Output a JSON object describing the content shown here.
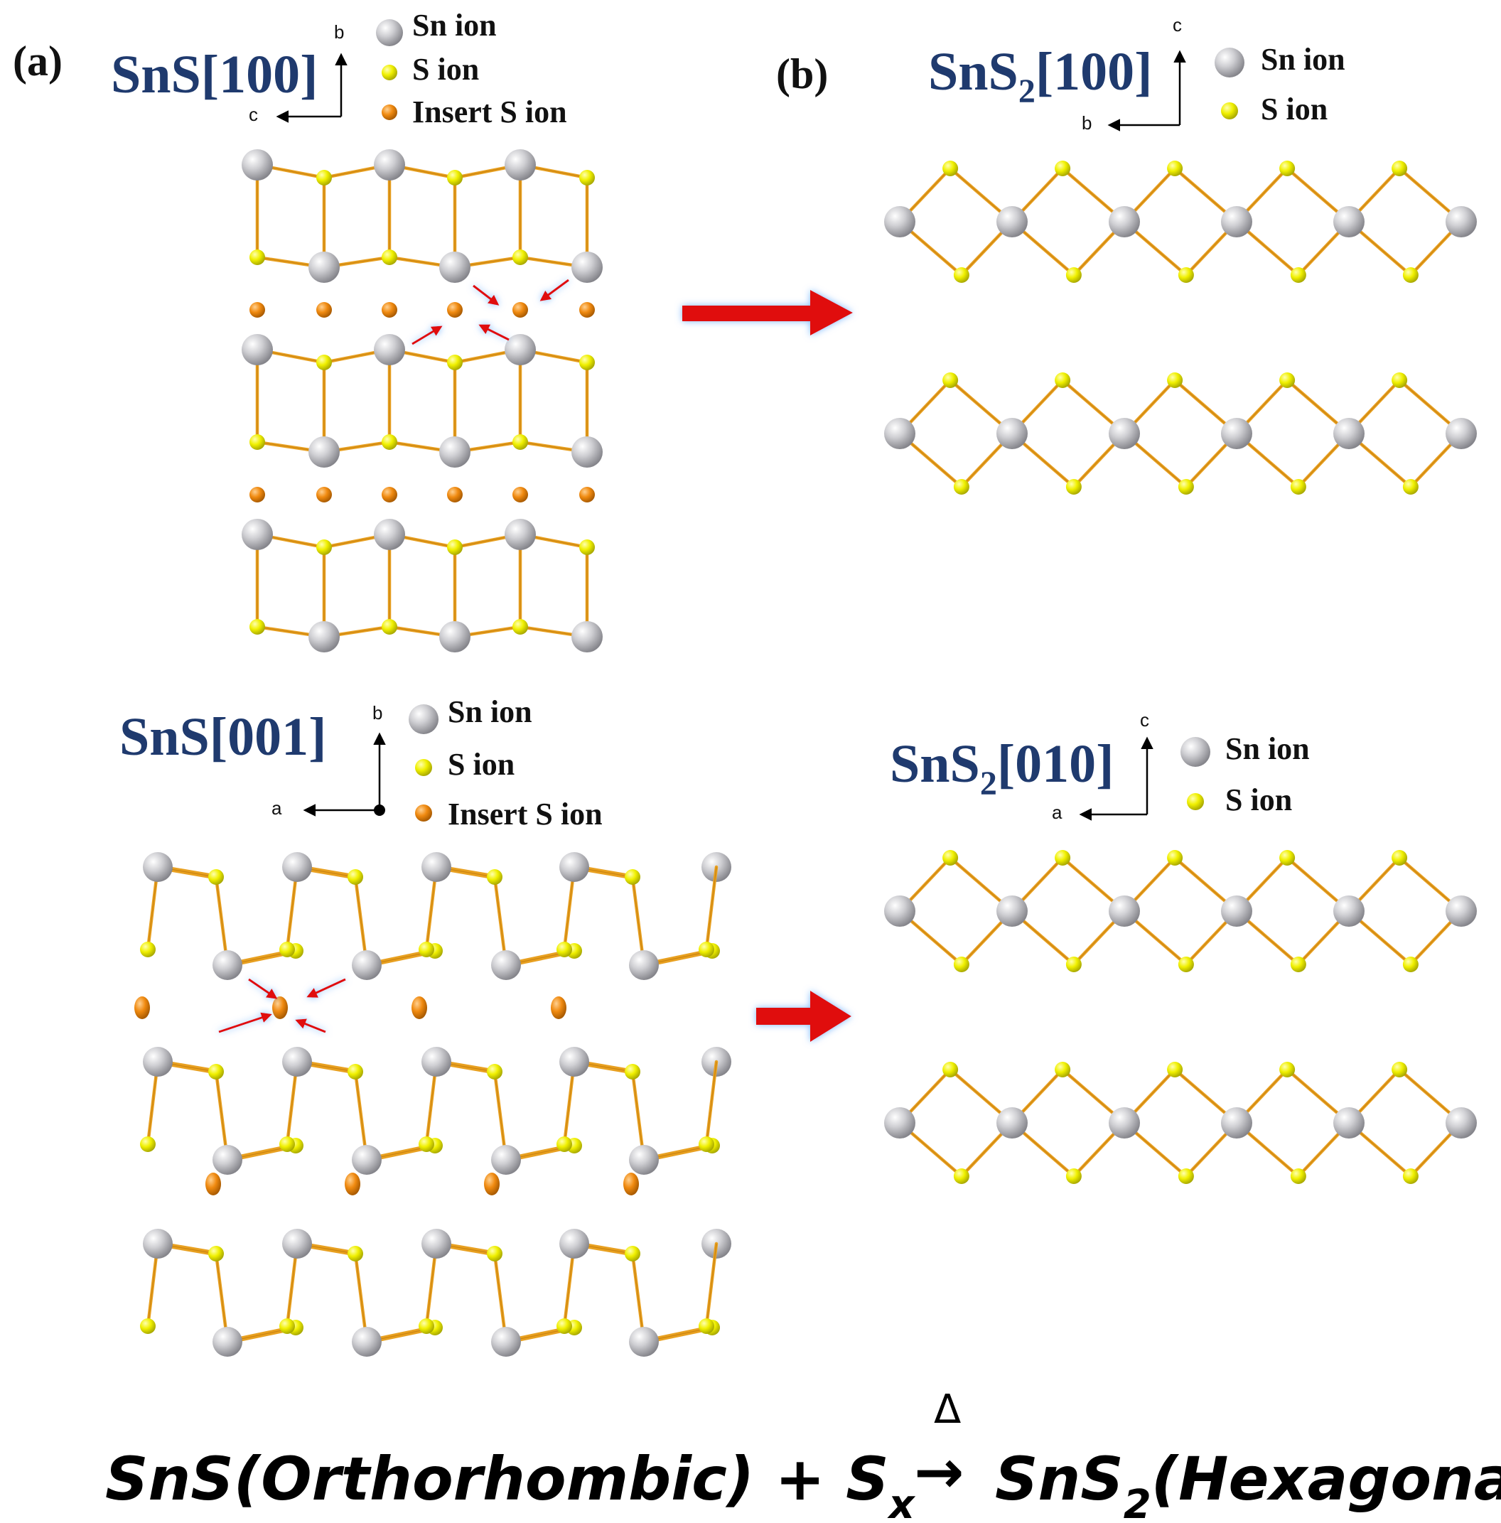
{
  "panels": {
    "a_label": "(a)",
    "b_label": "(b)"
  },
  "a_top": {
    "title": "SnS[100]",
    "axis_up": "b",
    "axis_left": "c",
    "legend": [
      "Sn ion",
      "S ion",
      "Insert S ion"
    ]
  },
  "a_bottom": {
    "title": "SnS[001]",
    "axis_up": "b",
    "axis_left": "a",
    "legend": [
      "Sn ion",
      "S ion",
      "Insert S ion"
    ]
  },
  "b_top": {
    "title_main": "SnS",
    "title_sub": "2",
    "title_tail": "[100]",
    "axis_up": "c",
    "axis_left": "b",
    "legend": [
      "Sn ion",
      "S ion"
    ]
  },
  "b_bottom": {
    "title_main": "SnS",
    "title_sub": "2",
    "title_tail": "[010]",
    "axis_up": "c",
    "axis_left": "a",
    "legend": [
      "Sn ion",
      "S ion"
    ]
  },
  "equation": {
    "lhs": "SnS(Orthorhombic) + S",
    "lhs_sub": "x",
    "arrow": "→",
    "delta": "Δ",
    "rhs_main": "SnS",
    "rhs_sub": "2",
    "rhs_tail": "(Hexagonal)"
  },
  "colors": {
    "sn": "#b9b9bd",
    "s": "#e6e600",
    "insert_s": "#e8820a",
    "bond": "#e8a020",
    "title": "#1f3a6e",
    "arrow": "#e01010"
  }
}
